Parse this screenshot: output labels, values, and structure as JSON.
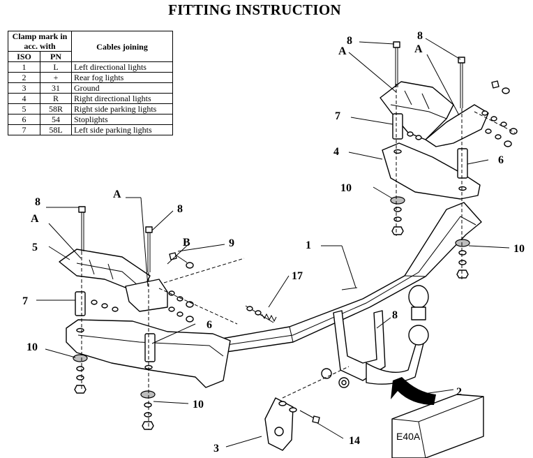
{
  "title": "FITTING INSTRUCTION",
  "legend": {
    "header_clamp": "Clamp mark in acc. with",
    "header_iso": "ISO",
    "header_pn": "PN",
    "header_cables": "Cables joining",
    "rows": [
      {
        "iso": "1",
        "pn": "L",
        "desc": "Left directional lights"
      },
      {
        "iso": "2",
        "pn": "+",
        "desc": "Rear fog lights"
      },
      {
        "iso": "3",
        "pn": "31",
        "desc": "Ground"
      },
      {
        "iso": "4",
        "pn": "R",
        "desc": "Right directional lights"
      },
      {
        "iso": "5",
        "pn": "58R",
        "desc": "Right side parking lights"
      },
      {
        "iso": "6",
        "pn": "54",
        "desc": "Stoplights"
      },
      {
        "iso": "7",
        "pn": "58L",
        "desc": "Left side parking lights"
      }
    ]
  },
  "labels": {
    "n1": "1",
    "n2": "2",
    "n3": "3",
    "n4": "4",
    "n5": "5",
    "n6a": "6",
    "n6b": "6",
    "n7a": "7",
    "n7b": "7",
    "n8a": "8",
    "n8b": "8",
    "n8c": "8",
    "n8d": "8",
    "n8e": "8",
    "n9": "9",
    "n10a": "10",
    "n10b": "10",
    "n10c": "10",
    "n10d": "10",
    "n14": "14",
    "n17": "17",
    "Aa": "A",
    "Ab": "A",
    "Ac": "A",
    "Ad": "A",
    "B": "B"
  },
  "box_code": "E40A"
}
